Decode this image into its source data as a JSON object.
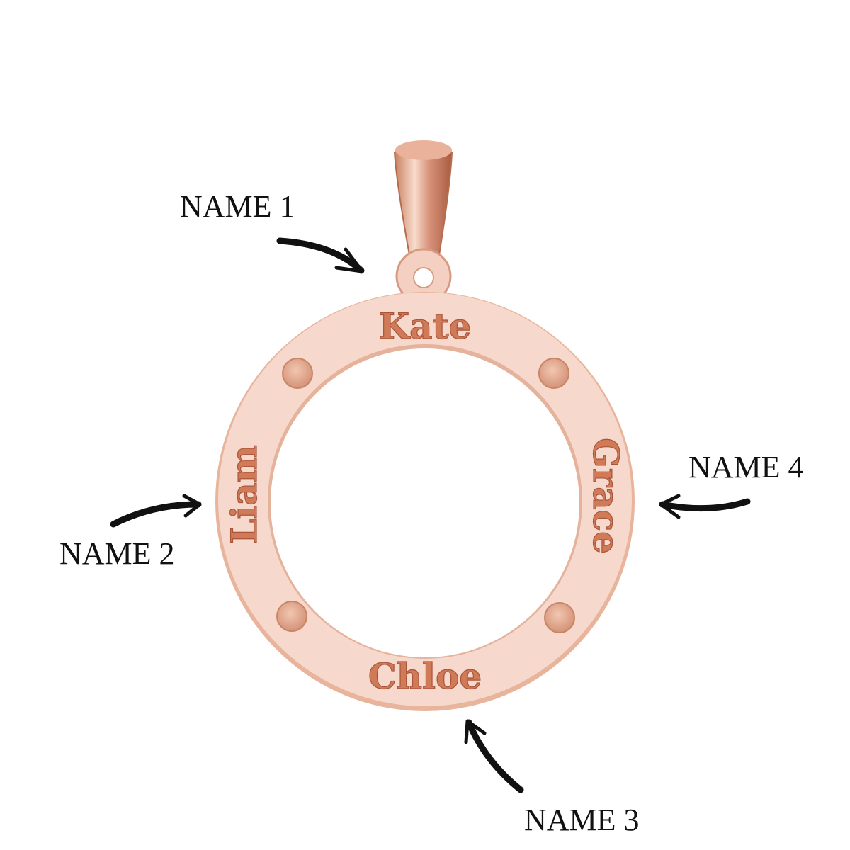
{
  "labels": {
    "name1": "NAME 1",
    "name2": "NAME 2",
    "name3": "NAME 3",
    "name4": "NAME 4"
  },
  "engravings": {
    "top": "Kate",
    "left": "Liam",
    "bottom": "Chloe",
    "right": "Grace"
  },
  "colors": {
    "metal_face": "#f6d9cc",
    "metal_edge": "#e3ab92",
    "engraving": "#d07a57",
    "arrow": "#111111"
  }
}
